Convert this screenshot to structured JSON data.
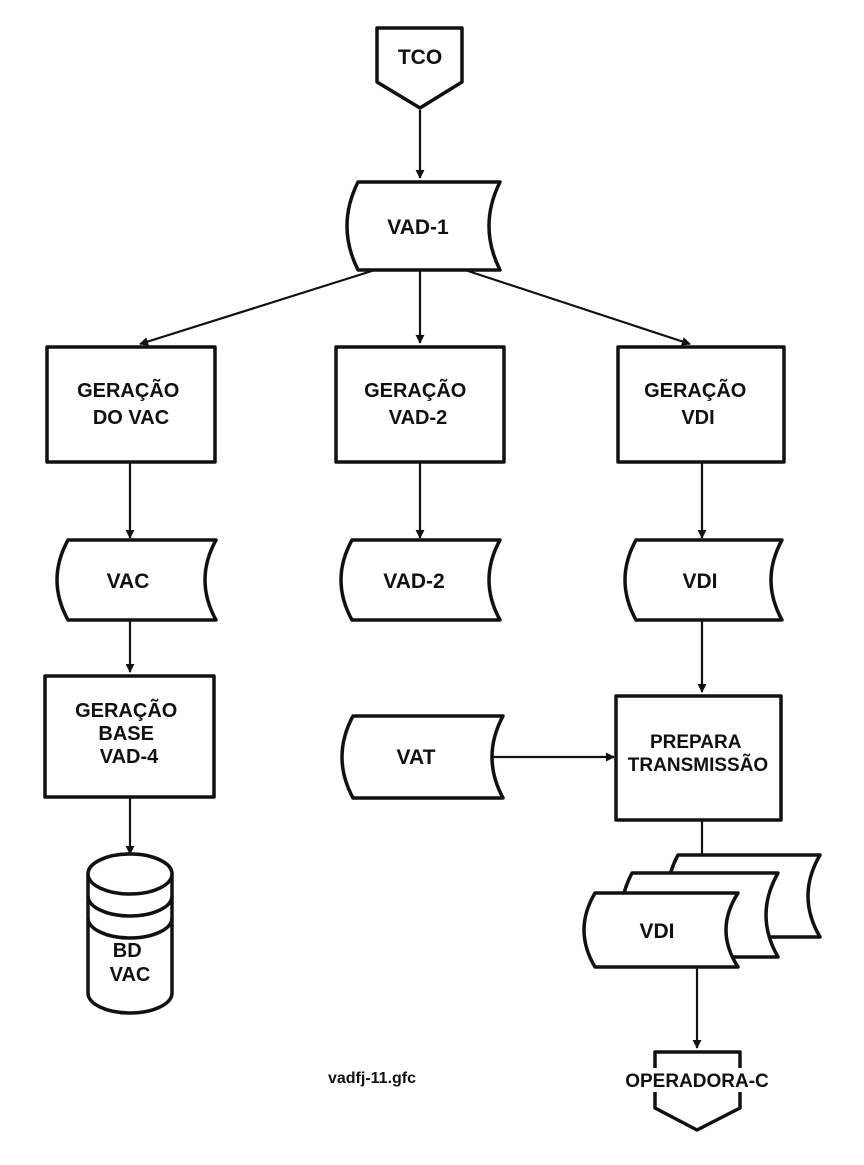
{
  "nodes": {
    "tco": "TCO",
    "vad1": "VAD-1",
    "ger_vac": [
      "GERAÇÃO",
      "DO VAC"
    ],
    "ger_vad2": [
      "GERAÇÃO",
      "VAD-2"
    ],
    "ger_vdi": [
      "GERAÇÃO",
      "VDI"
    ],
    "vac": "VAC",
    "vad2": "VAD-2",
    "vdi": "VDI",
    "ger_base": [
      "GERAÇÃO",
      "BASE",
      "VAD-4"
    ],
    "vat": "VAT",
    "prepara": [
      "PREPARA",
      "TRANSMISSÃO"
    ],
    "bd_vac": [
      "BD",
      "VAC"
    ],
    "vdi_stack": "VDI",
    "operadora": "OPERADORA-C"
  },
  "caption": "vadfj-11.gfc"
}
